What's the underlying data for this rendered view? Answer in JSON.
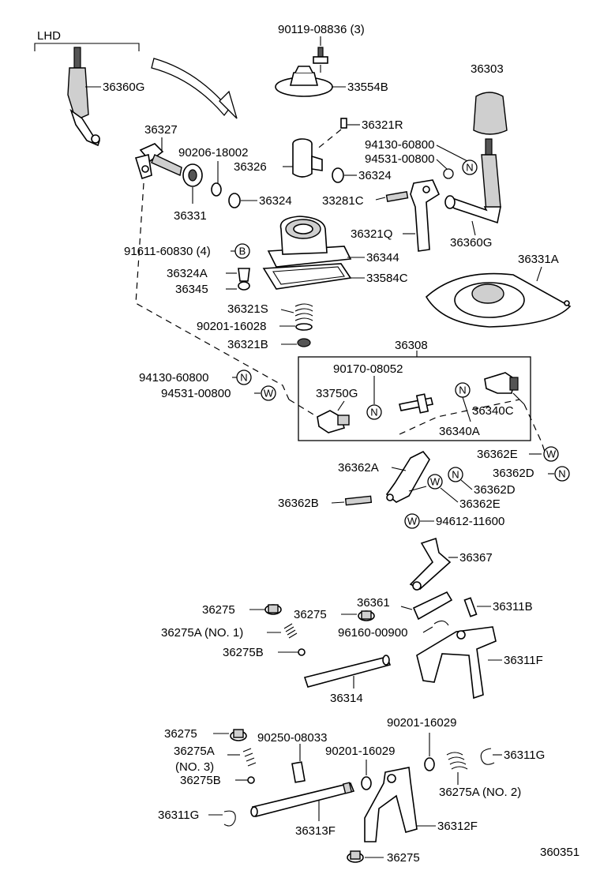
{
  "labels": {
    "lhd": "LHD",
    "p1": "36360G",
    "p2": "90119-08836 (3)",
    "p3": "33554B",
    "p4": "36303",
    "p5": "36327",
    "p6": "90206-18002",
    "p7": "36321R",
    "p8": "94130-60800",
    "p9": "94531-00800",
    "p10": "36326",
    "p11": "36324",
    "p12": "36331",
    "p13": "36324",
    "p14": "33281C",
    "p15": "36321Q",
    "p16": "36360G",
    "p17": "91611-60830 (4)",
    "p18": "36344",
    "p19": "36331A",
    "p20": "36324A",
    "p21": "33584C",
    "p22": "36345",
    "p23": "36321S",
    "p24": "90201-16028",
    "p25": "36321B",
    "p26": "36308",
    "p27": "90170-08052",
    "p28": "94130-60800",
    "p29": "94531-00800",
    "p30": "33750G",
    "p31": "36340C",
    "p32": "36340A",
    "p33": "36362E",
    "p34": "36362D",
    "p35": "36362A",
    "p36": "36362D",
    "p37": "36362E",
    "p38": "36362B",
    "p39": "94612-11600",
    "p40": "36367",
    "p41": "36361",
    "p42": "36275",
    "p43": "36275",
    "p44": "36311B",
    "p45": "36275A (NO. 1)",
    "p46": "96160-00900",
    "p47": "36275B",
    "p48": "36311F",
    "p49": "36314",
    "p50": "90201-16029",
    "p51": "36275",
    "p52": "90250-08033",
    "p53": "90201-16029",
    "p54": "36275A",
    "p55": "(NO. 3)",
    "p56": "36311G",
    "p57": "36275B",
    "p58": "36275A (NO. 2)",
    "p59": "36311G",
    "p60": "36313F",
    "p61": "36312F",
    "p62": "36275",
    "p63": "360351"
  },
  "badges": {
    "b": "B",
    "n": "N",
    "w": "W"
  }
}
